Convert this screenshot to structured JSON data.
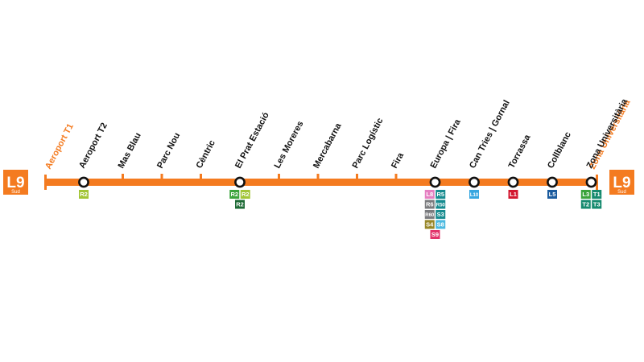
{
  "line": {
    "name": "L9",
    "sub": "Sud",
    "color": "#f47b20",
    "start_terminus": "Aeroport T1",
    "end_terminus": "Zona Universitària"
  },
  "stations": [
    {
      "name": "Aeroport T2",
      "interchange": true,
      "connections": [
        [
          {
            "label": "R2",
            "color": "#a2c535"
          }
        ]
      ]
    },
    {
      "name": "Mas Blau",
      "interchange": false,
      "connections": []
    },
    {
      "name": "Parc Nou",
      "interchange": false,
      "connections": []
    },
    {
      "name": "Cèntric",
      "interchange": false,
      "connections": []
    },
    {
      "name": "El Prat Estació",
      "interchange": true,
      "connections": [
        [
          {
            "label": "R2",
            "color": "#3aa33b"
          },
          {
            "label": "R2",
            "color": "#a2c535"
          }
        ],
        [
          {
            "label": "R2",
            "color": "#1d6a35"
          }
        ]
      ]
    },
    {
      "name": "Les Moreres",
      "interchange": false,
      "connections": []
    },
    {
      "name": "Mercabarna",
      "interchange": false,
      "connections": []
    },
    {
      "name": "Parc Logístic",
      "interchange": false,
      "connections": []
    },
    {
      "name": "Fira",
      "interchange": false,
      "connections": []
    },
    {
      "name": "Europa | Fira",
      "interchange": true,
      "connections": [
        [
          {
            "label": "L8",
            "color": "#e57fc1"
          },
          {
            "label": "R5",
            "color": "#168b8f"
          }
        ],
        [
          {
            "label": "R6",
            "color": "#7a7b7e"
          },
          {
            "label": "R50",
            "color": "#168b8f"
          }
        ],
        [
          {
            "label": "R60",
            "color": "#7a7b7e"
          },
          {
            "label": "S3",
            "color": "#168b8f"
          }
        ],
        [
          {
            "label": "S4",
            "color": "#98872a"
          },
          {
            "label": "S8",
            "color": "#4bb9e0"
          }
        ],
        [
          {
            "label": "S9",
            "color": "#e2336b"
          }
        ]
      ]
    },
    {
      "name": "Can Tries | Gornal",
      "interchange": true,
      "connections": [
        [
          {
            "label": "L10",
            "color": "#36a6e0"
          }
        ]
      ]
    },
    {
      "name": "Torrassa",
      "interchange": true,
      "connections": [
        [
          {
            "label": "L1",
            "color": "#d3172f"
          }
        ]
      ]
    },
    {
      "name": "Collblanc",
      "interchange": true,
      "connections": [
        [
          {
            "label": "L5",
            "color": "#1b5b9e"
          }
        ]
      ]
    },
    {
      "name": "Zona Universitària",
      "interchange": true,
      "connections": [
        [
          {
            "label": "L3",
            "color": "#3aa33b"
          },
          {
            "label": "T1",
            "color": "#168a6f"
          }
        ],
        [
          {
            "label": "T2",
            "color": "#168a6f"
          },
          {
            "label": "T3",
            "color": "#168a6f"
          }
        ]
      ]
    }
  ]
}
